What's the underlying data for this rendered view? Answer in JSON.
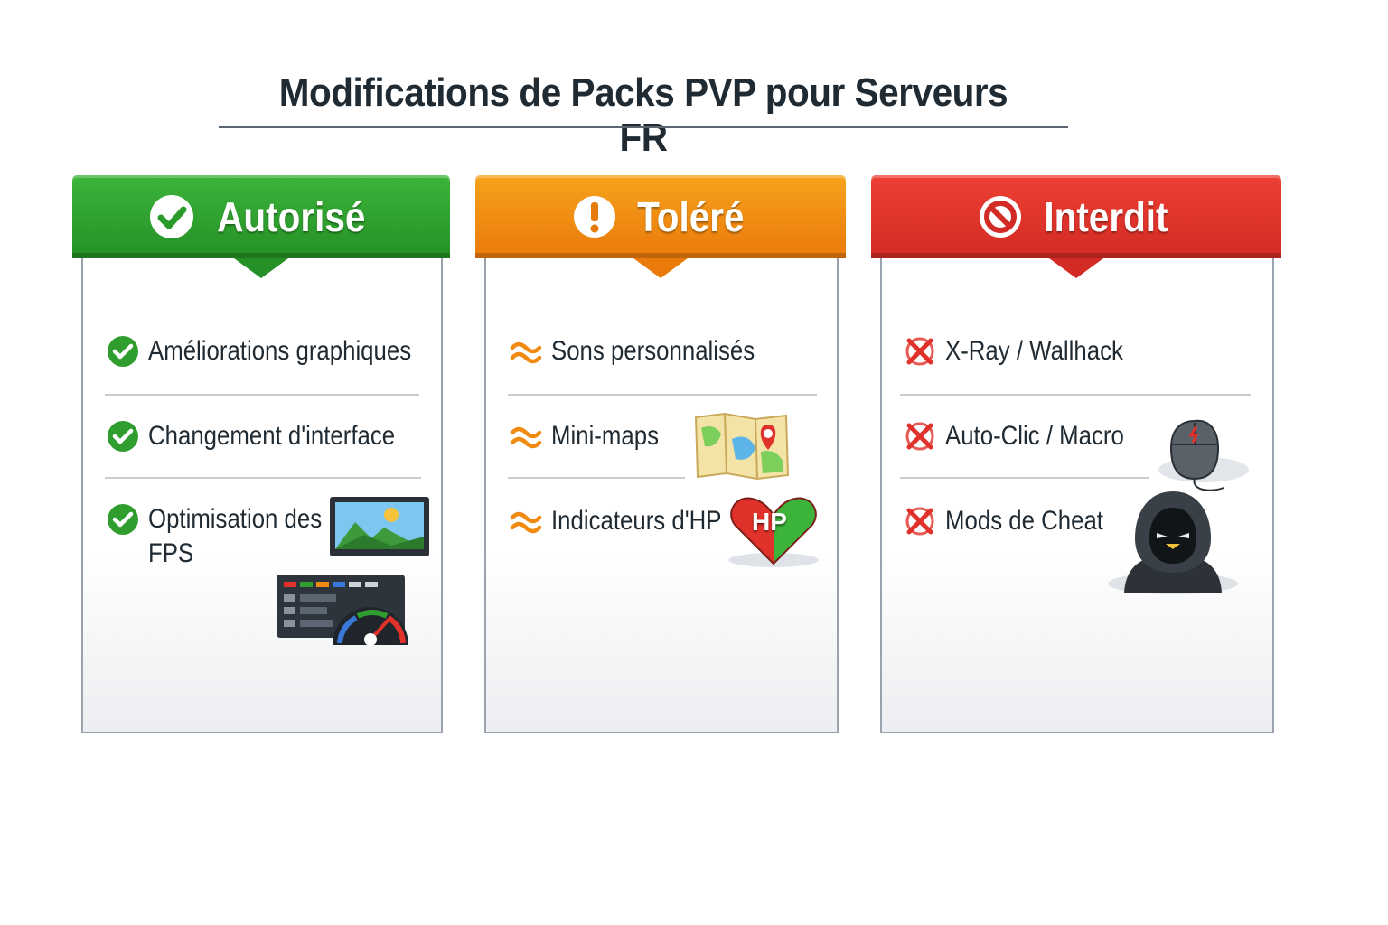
{
  "title": "Modifications de Packs PVP pour Serveurs FR",
  "colors": {
    "allowed": "#2f9e2f",
    "tolerated": "#f08a10",
    "forbidden": "#e0322a",
    "text": "#1f2a33"
  },
  "columns": [
    {
      "label": "Autorisé",
      "icon": "check-circle-icon",
      "items": [
        {
          "text": "Améliorations graphiques",
          "icon": "check-icon"
        },
        {
          "text": "Changement d'interface",
          "icon": "check-icon"
        },
        {
          "text": "Optimisation des",
          "text2": "FPS",
          "icon": "check-icon"
        }
      ]
    },
    {
      "label": "Toléré",
      "icon": "exclamation-circle-icon",
      "items": [
        {
          "text": "Sons personnalisés",
          "icon": "approx-icon"
        },
        {
          "text": "Mini-maps",
          "icon": "approx-icon"
        },
        {
          "text": "Indicateurs d'HP",
          "icon": "approx-icon",
          "badge": "HP"
        }
      ]
    },
    {
      "label": "Interdit",
      "icon": "prohibited-icon",
      "items": [
        {
          "text": "X-Ray / Wallhack",
          "icon": "cross-icon"
        },
        {
          "text": "Auto-Clic / Macro",
          "icon": "cross-icon"
        },
        {
          "text": "Mods de Cheat",
          "icon": "cross-icon"
        }
      ]
    }
  ]
}
